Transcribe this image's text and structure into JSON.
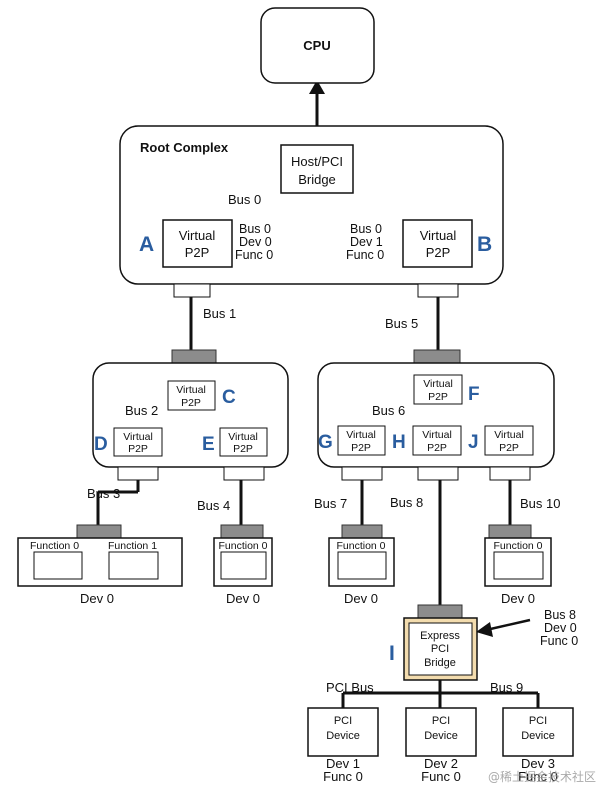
{
  "cpu": "CPU",
  "root_complex": "Root Complex",
  "host_bridge": [
    "Host/PCI",
    "Bridge"
  ],
  "virtual_p2p": [
    "Virtual",
    "P2P"
  ],
  "function0": "Function 0",
  "function1": "Function 1",
  "express_bridge": [
    "Express",
    "PCI",
    "Bridge"
  ],
  "pci_device": [
    "PCI",
    "Device"
  ],
  "letters": {
    "A": "A",
    "B": "B",
    "C": "C",
    "D": "D",
    "E": "E",
    "F": "F",
    "G": "G",
    "H": "H",
    "I": "I",
    "J": "J"
  },
  "bus_labels": {
    "bus0": "Bus 0",
    "bus1": "Bus 1",
    "bus2": "Bus 2",
    "bus3": "Bus 3",
    "bus4": "Bus 4",
    "bus5": "Bus 5",
    "bus6": "Bus 6",
    "bus7": "Bus 7",
    "bus8": "Bus 8",
    "bus9": "Bus 9",
    "bus10": "Bus 10",
    "pci_bus": "PCI Bus"
  },
  "bdf_a": [
    "Bus 0",
    "Dev 0",
    "Func 0"
  ],
  "bdf_b": [
    "Bus 0",
    "Dev 1",
    "Func 0"
  ],
  "bdf_i": [
    "Bus 8",
    "Dev 0",
    "Func 0"
  ],
  "dev0": "Dev 0",
  "pci_dev_labels": [
    [
      "Dev 1",
      "Func 0"
    ],
    [
      "Dev 2",
      "Func 0"
    ],
    [
      "Dev 3",
      "Func 0"
    ]
  ],
  "watermark": "@稀土掘金技术社区"
}
